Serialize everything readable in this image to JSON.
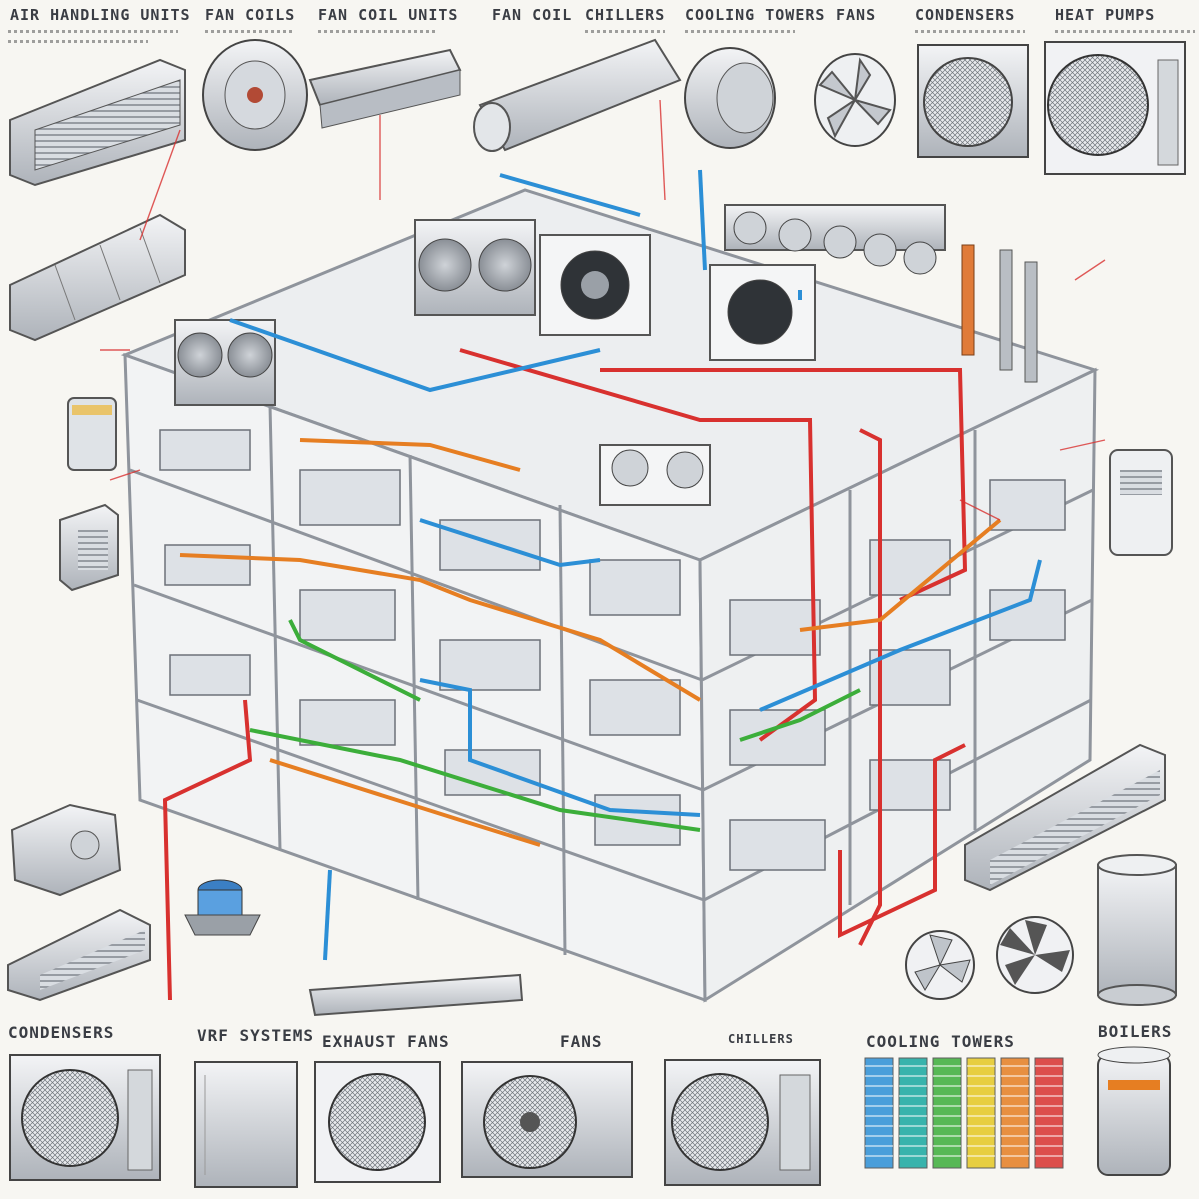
{
  "headers": [
    "AIR HANDLING UNITS",
    "FAN COILS",
    "FAN COIL UNITS",
    "FAN COIL",
    "CHILLERS",
    "COOLING TOWERS",
    "FANS",
    "CONDENSERS",
    "HEAT PUMPS"
  ],
  "bottom_labels": [
    "CONDENSERS",
    "VRF SYSTEMS",
    "EXHAUST FANS",
    "FANS",
    "CHILLERS",
    "COOLING TOWERS",
    "BOILERS"
  ],
  "colors": {
    "background": "#f7f6f2",
    "structure": "#8f949c",
    "supply_pipe": "#d8312f",
    "return_pipe": "#2c8fd6",
    "condensate_pipe": "#3cae3a",
    "refrigerant_pipe": "#e67e22",
    "equipment": "#dde1e6"
  },
  "tower_columns": [
    {
      "color": "#2c8fd6"
    },
    {
      "color": "#17a8a0"
    },
    {
      "color": "#3cae3a"
    },
    {
      "color": "#e5c823"
    },
    {
      "color": "#e67e22"
    },
    {
      "color": "#d8312f"
    }
  ]
}
